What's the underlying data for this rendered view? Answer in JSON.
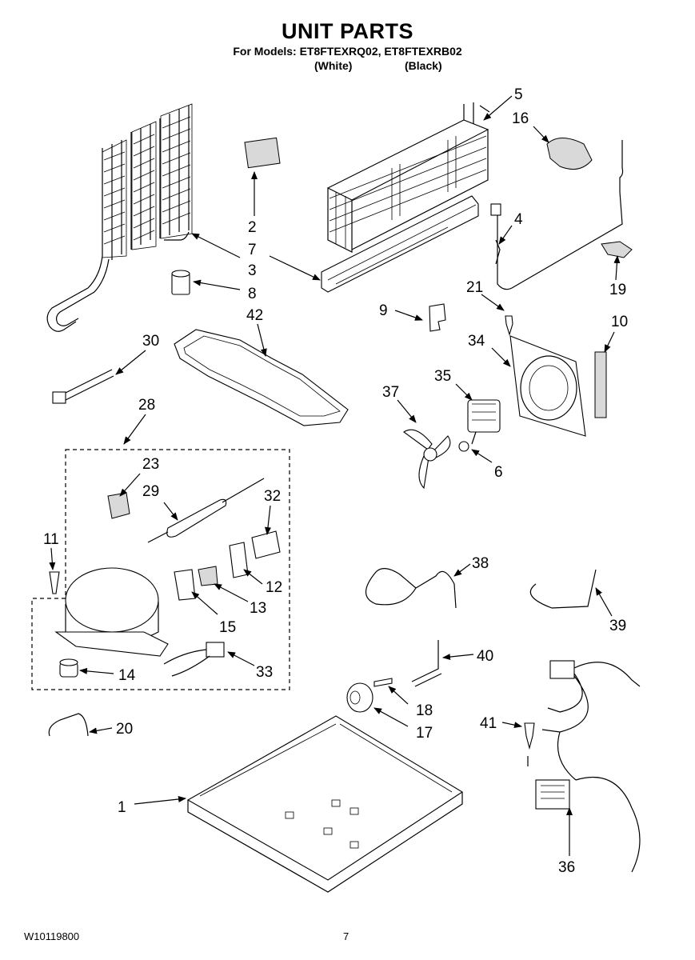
{
  "header": {
    "title": "UNIT PARTS",
    "models": "For Models: ET8FTEXRQ02, ET8FTEXRB02",
    "variant_white": "(White)",
    "variant_black": "(Black)"
  },
  "footer": {
    "doc_number": "W10119800",
    "page_number": "7"
  },
  "labels": [
    "1",
    "2",
    "3",
    "4",
    "5",
    "6",
    "7",
    "8",
    "9",
    "10",
    "11",
    "12",
    "13",
    "14",
    "15",
    "16",
    "17",
    "18",
    "19",
    "20",
    "21",
    "23",
    "28",
    "29",
    "30",
    "32",
    "33",
    "34",
    "35",
    "36",
    "37",
    "38",
    "39",
    "40",
    "41",
    "42"
  ]
}
